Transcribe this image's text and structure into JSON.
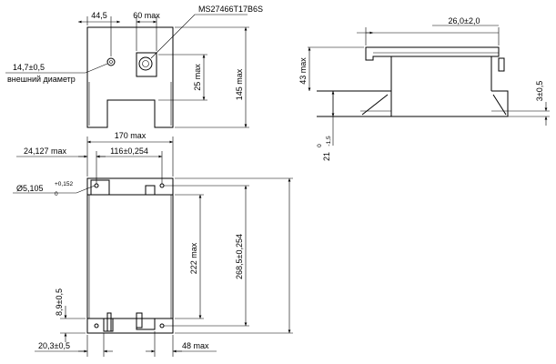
{
  "top_view": {
    "width_left": "44,5",
    "connector_width": "60 max",
    "connector_part": "MS27466T17B6S",
    "hole_diameter": "14,7±0,5",
    "hole_note": "внешний диаметр",
    "connector_height": "25 max",
    "overall_height": "145 max"
  },
  "side_view": {
    "depth": "26,0±2,0",
    "height": "43 max",
    "base_thickness": "3±0,5",
    "base_height_main": "21",
    "base_height_tol_upper": "0",
    "base_height_tol_lower": "-1,5"
  },
  "front_view": {
    "overall_width": "170 max",
    "left_offset": "24,127 max",
    "hole_spacing": "116±0,254",
    "hole_diameter_main": "Ø5,105",
    "hole_tol_upper": "+0,152",
    "hole_tol_lower": "0",
    "flange_height": "8,9±0,5",
    "body_height": "222 max",
    "hole_pitch_vertical": "268,5±0,254",
    "foot_width": "20,3±0,5",
    "right_width": "48 max"
  }
}
